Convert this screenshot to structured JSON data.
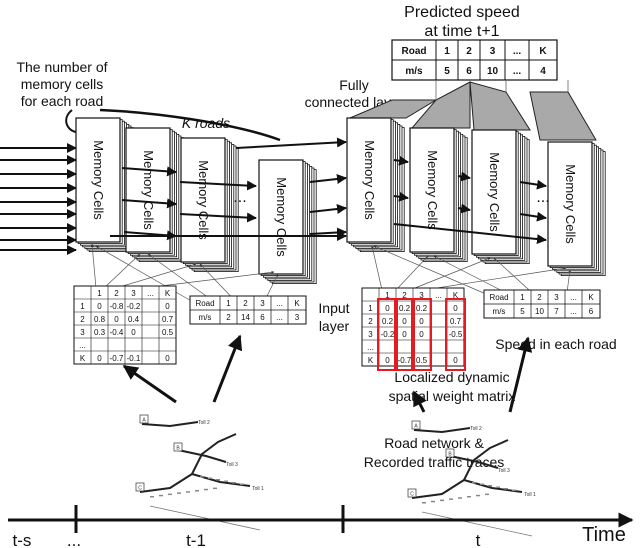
{
  "labels": {
    "predicted_speed_line1": "Predicted speed",
    "predicted_speed_line2": "at time t+1",
    "num_cells_line1": "The number of",
    "num_cells_line2": "memory cells",
    "num_cells_line3": "for each road",
    "k_roads": "K roads",
    "fully_connected_line1": "Fully",
    "fully_connected_line2": "connected layer",
    "memory_cells": "Memory Cells",
    "ellipsis": "...",
    "input_layer_line1": "Input",
    "input_layer_line2": "layer",
    "speed_each_road": "Speed in each road",
    "localized_line1": "Localized dynamic",
    "localized_line2": "spatial weight matrix",
    "road_network_line1": "Road network &",
    "road_network_line2": "Recorded traffic traces"
  },
  "timeline": {
    "label_ts": "t-s",
    "label_dots": "...",
    "label_t1": "t-1",
    "label_t": "t",
    "label_time": "Time"
  },
  "top_table": {
    "row1": [
      "Road",
      "1",
      "2",
      "3",
      "...",
      "K"
    ],
    "row2": [
      "m/s",
      "5",
      "6",
      "10",
      "...",
      "4"
    ]
  },
  "left_speed_table": {
    "row1": [
      "Road",
      "1",
      "2",
      "3",
      "...",
      "K"
    ],
    "row2": [
      "m/s",
      "2",
      "14",
      "6",
      "...",
      "3"
    ]
  },
  "right_speed_table": {
    "row1": [
      "Road",
      "1",
      "2",
      "3",
      "...",
      "K"
    ],
    "row2": [
      "m/s",
      "5",
      "10",
      "7",
      "...",
      "6"
    ]
  },
  "left_matrix": {
    "header": [
      "",
      "1",
      "2",
      "3",
      "...",
      "K"
    ],
    "rows": [
      [
        "1",
        "0",
        "-0.8",
        "-0.2",
        "",
        "0"
      ],
      [
        "2",
        "0.8",
        "0",
        "0.4",
        "",
        "0.7"
      ],
      [
        "3",
        "0.3",
        "-0.4",
        "0",
        "",
        "0.5"
      ],
      [
        "...",
        "",
        "",
        "",
        "",
        ""
      ],
      [
        "K",
        "0",
        "-0.7",
        "-0.1",
        "",
        "0"
      ]
    ]
  },
  "right_matrix": {
    "header": [
      "",
      "1",
      "2",
      "3",
      "...",
      "K"
    ],
    "rows": [
      [
        "1",
        "0",
        "0.2",
        "0.2",
        "",
        "0"
      ],
      [
        "2",
        "0.2",
        "0",
        "0",
        "",
        "0.7"
      ],
      [
        "3",
        "-0.2",
        "0",
        "0",
        "",
        "-0.5"
      ],
      [
        "...",
        "",
        "",
        "",
        "",
        ""
      ],
      [
        "K",
        "0",
        "-0.7",
        "0.5",
        "",
        "0"
      ]
    ]
  },
  "road_map": {
    "node_a": "A",
    "node_b": "B",
    "node_c": "C",
    "toll_1": "Toll 1",
    "toll_2": "Toll 2",
    "toll_3": "Toll 3"
  },
  "colors": {
    "ink": "#111111",
    "highlight": "#e31b23",
    "funnel": "#a9a9a9"
  }
}
